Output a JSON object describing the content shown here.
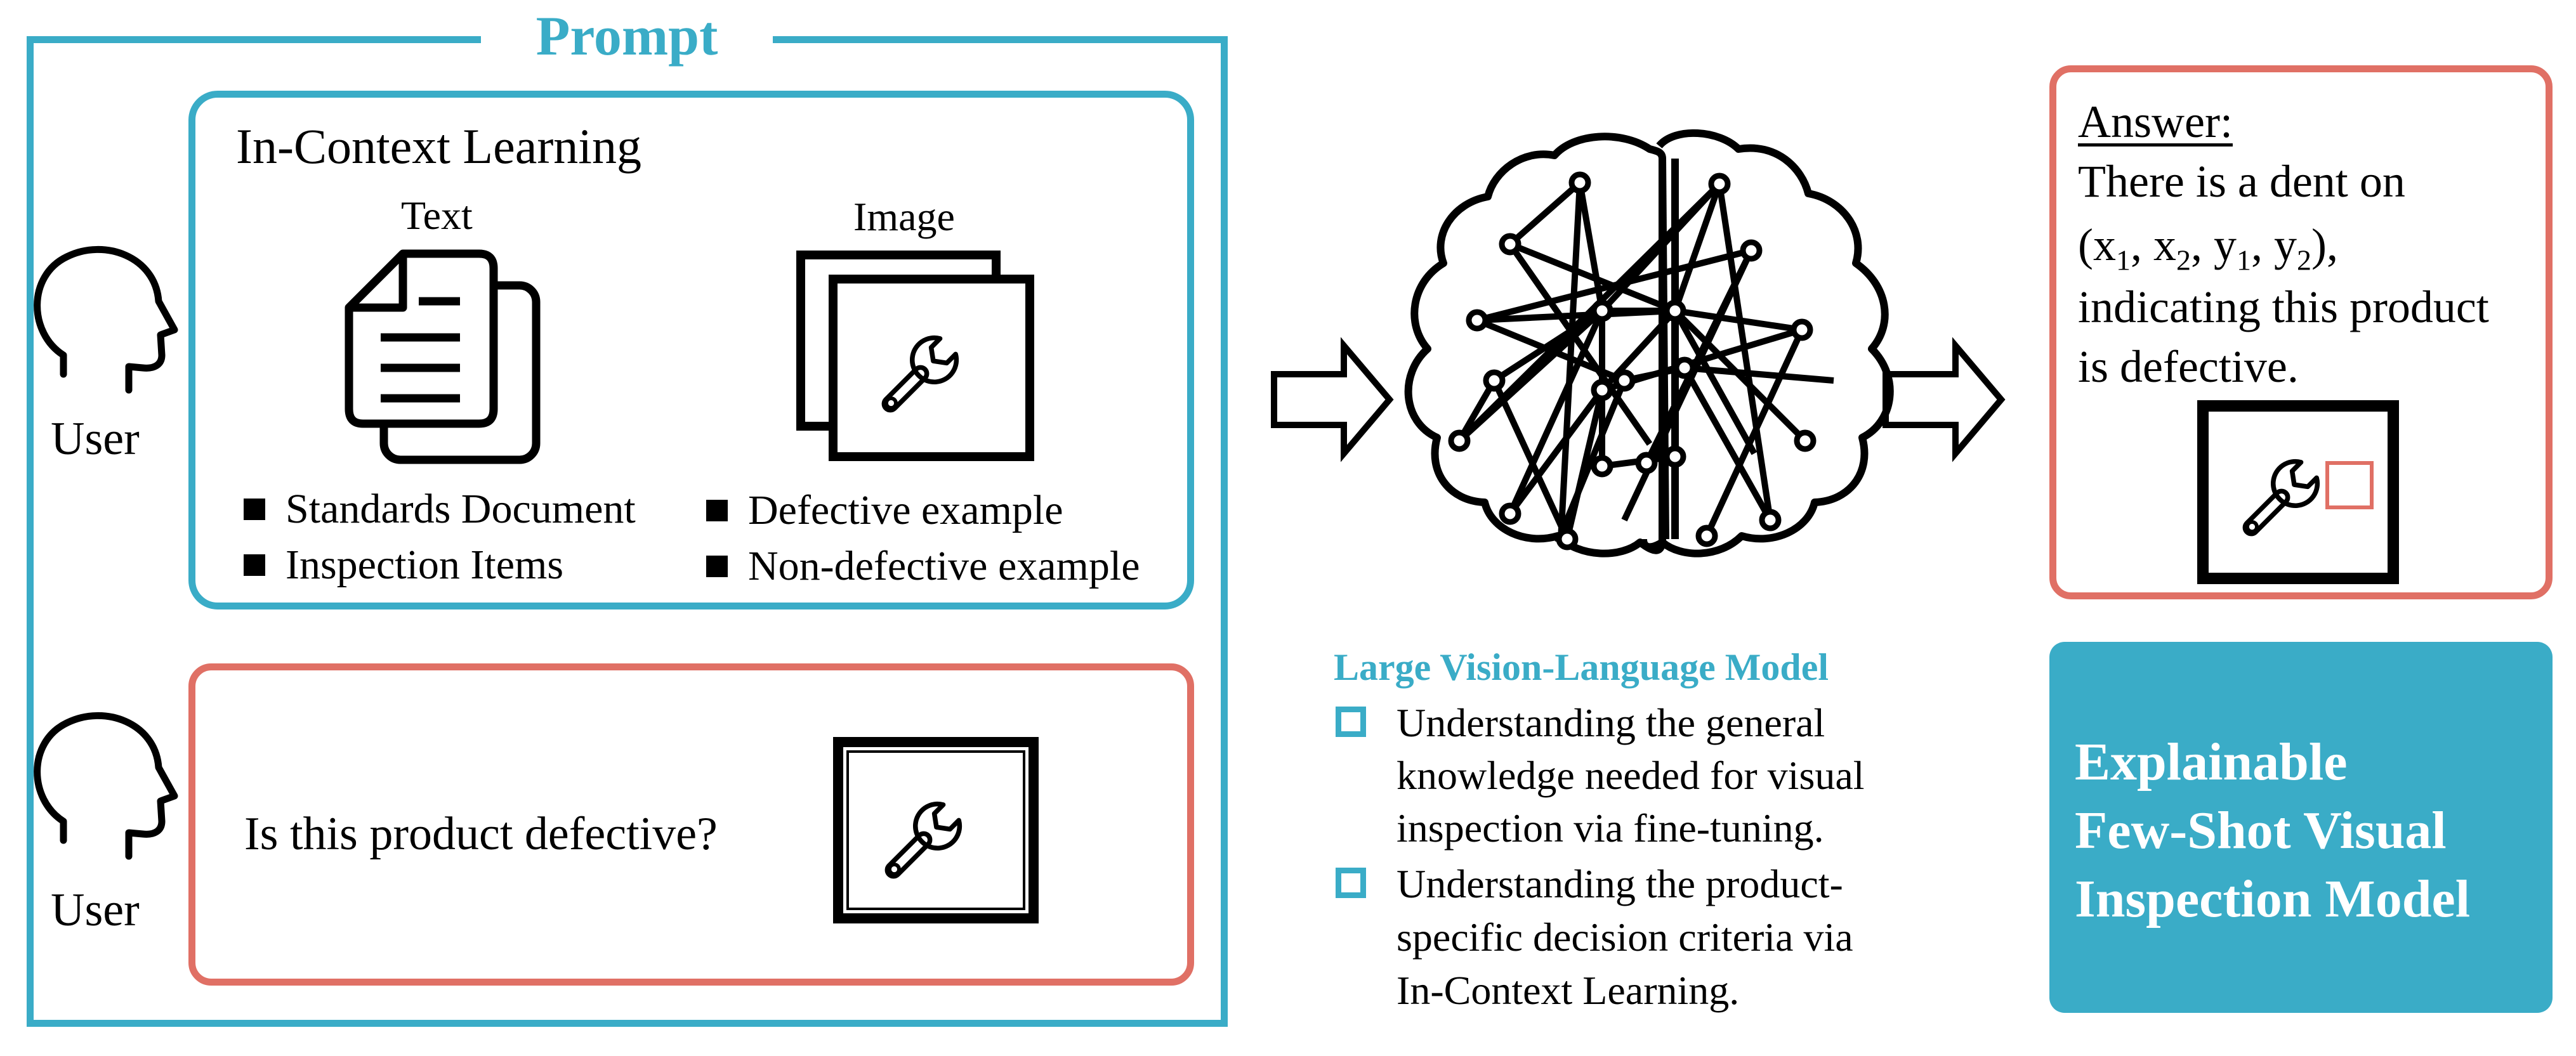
{
  "colors": {
    "teal": "#3aacc7",
    "salmon": "#e07065",
    "black": "#000000",
    "white": "#ffffff"
  },
  "prompt": {
    "title": "Prompt",
    "icl_box": {
      "title": "In-Context Learning",
      "text_heading": "Text",
      "image_heading": "Image",
      "text_items": [
        "Standards Document",
        "Inspection Items"
      ],
      "image_items": [
        "Defective example",
        "Non-defective example"
      ],
      "icons": [
        "documents-icon",
        "image-stack-wrench-icon"
      ]
    },
    "users": [
      "User",
      "User"
    ],
    "query_box": {
      "question": "Is this product defective?",
      "icon": "wrench-image-icon"
    }
  },
  "model": {
    "title": "Large Vision-Language Model",
    "icon": "brain-network-icon",
    "items": [
      {
        "lines": [
          "Understanding the general",
          "knowledge needed for visual",
          "inspection via fine-tuning."
        ]
      },
      {
        "lines": [
          "Understanding the product-",
          "specific decision criteria via",
          "In-Context Learning."
        ]
      }
    ]
  },
  "answer": {
    "label": "Answer:",
    "line1": "There is a dent on",
    "coords": {
      "open": "(x",
      "s1": "1",
      "c1": ", x",
      "s2": "2",
      "c2": ", y",
      "s3": "1",
      "c3": ", y",
      "s4": "2",
      "close": "),"
    },
    "line3": "indicating this product",
    "line4": "is defective.",
    "icon": "wrench-with-defect-box-icon"
  },
  "result": {
    "lines": [
      "Explainable",
      "Few-Shot Visual",
      "Inspection Model"
    ]
  }
}
